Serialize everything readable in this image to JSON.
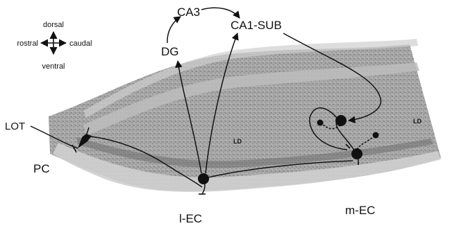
{
  "orientation": {
    "dorsal": "dorsal",
    "ventral": "ventral",
    "rostral": "rostral",
    "caudal": "caudal"
  },
  "labels": {
    "ca3": "CA3",
    "ca1_sub": "CA1-SUB",
    "dg": "DG",
    "lot": "LOT",
    "pc": "PC",
    "lec": "l-EC",
    "mec": "m-EC",
    "ld_left": "LD",
    "ld_right": "LD"
  },
  "colors": {
    "ink": "#111111",
    "tissue": "#8e8e8e",
    "tissue_light": "#b4b4b4",
    "tissue_band": "#d2d2d2"
  }
}
